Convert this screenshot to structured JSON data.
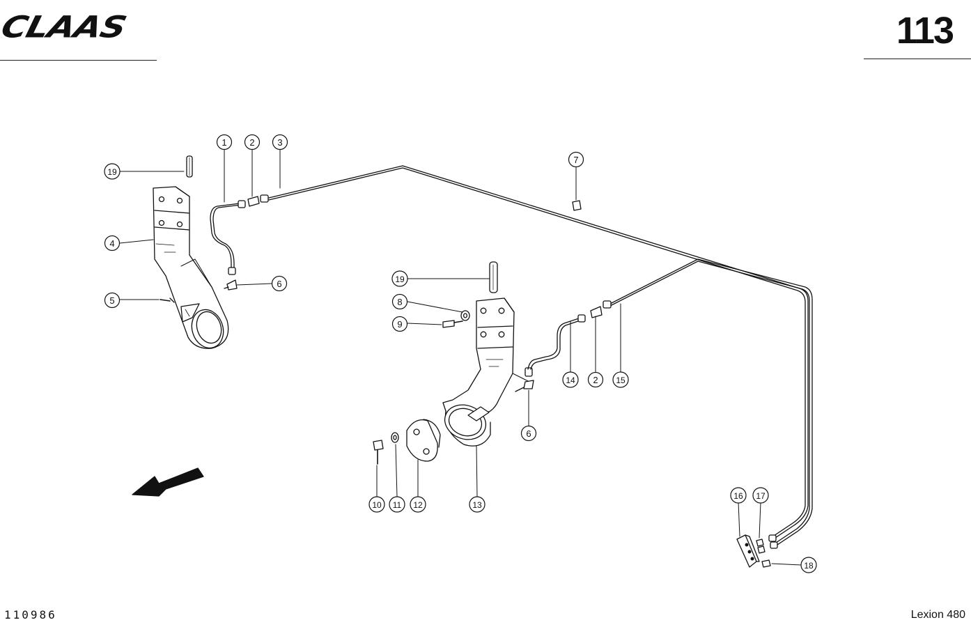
{
  "header": {
    "brand": "CLAAS",
    "page_number": "113"
  },
  "footer": {
    "document_number": "110986",
    "model": "Lexion 480"
  },
  "callouts": [
    "1",
    "2",
    "3",
    "4",
    "5",
    "6",
    "7",
    "8",
    "9",
    "10",
    "11",
    "12",
    "13",
    "14",
    "15",
    "16",
    "17",
    "18",
    "19"
  ],
  "icons": {
    "direction": "travel-direction-arrow-icon"
  },
  "colors": {
    "ink": "#111111",
    "paper": "#ffffff"
  }
}
